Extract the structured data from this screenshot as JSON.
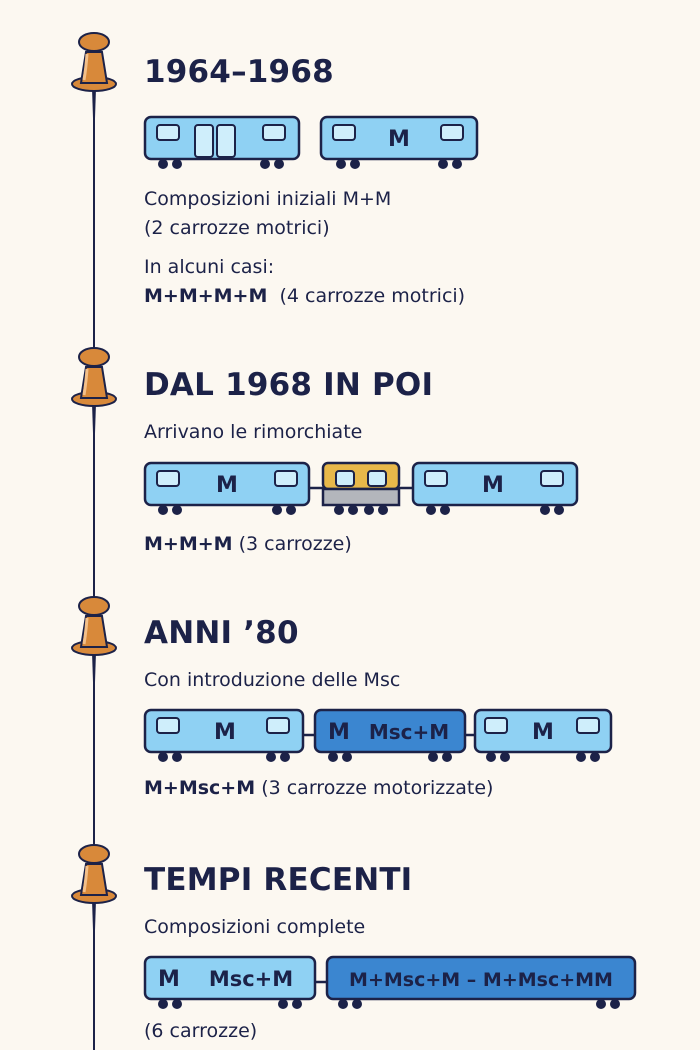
{
  "sections": [
    {
      "heading": "1964–1968",
      "lines": [
        "Composizioni iniziali M+M",
        "(2 carrozze motrici)",
        "In alcuni casi:",
        "M+M+M+M",
        "(4 carrozze motrici)"
      ],
      "cars": [
        {
          "type": "motrice-porte",
          "label": ""
        },
        {
          "type": "motrice",
          "label": "M"
        }
      ]
    },
    {
      "heading": "DAL 1968 IN POI",
      "lines": [
        "Arrivano le rimorchiate",
        "M+M+M",
        "(3 carrozze)"
      ],
      "cars": [
        {
          "type": "motrice",
          "label": "M"
        },
        {
          "type": "rimorchiata",
          "label": ""
        },
        {
          "type": "motrice",
          "label": "M"
        }
      ]
    },
    {
      "heading": "ANNI ’80",
      "lines": [
        "Con introduzione delle Msc",
        "M+Msc+M",
        "(3 carrozze motorizzate)"
      ],
      "cars": [
        {
          "type": "motrice",
          "label": "M"
        },
        {
          "type": "msc",
          "label_a": "M",
          "label_b": "Msc+M"
        },
        {
          "type": "motrice",
          "label": "M"
        }
      ]
    },
    {
      "heading": "TEMPI RECENTI",
      "lines": [
        "Composizioni complete",
        "(6 carrozze)"
      ],
      "cars": [
        {
          "type": "block-light",
          "label_a": "M",
          "label_b": "Msc+M"
        },
        {
          "type": "block-dark",
          "label": "M+Msc+M – M+Msc+MM"
        }
      ]
    }
  ],
  "colors": {
    "background": "#fcf8f1",
    "ink": "#1c2248",
    "car_light": "#8fd1f3",
    "car_dark": "#3b86d0",
    "trailer_top": "#e8b84a",
    "trailer_bottom": "#b3b6bc",
    "pin": "#d8893a"
  },
  "icons": [
    "push-pin-icon"
  ]
}
